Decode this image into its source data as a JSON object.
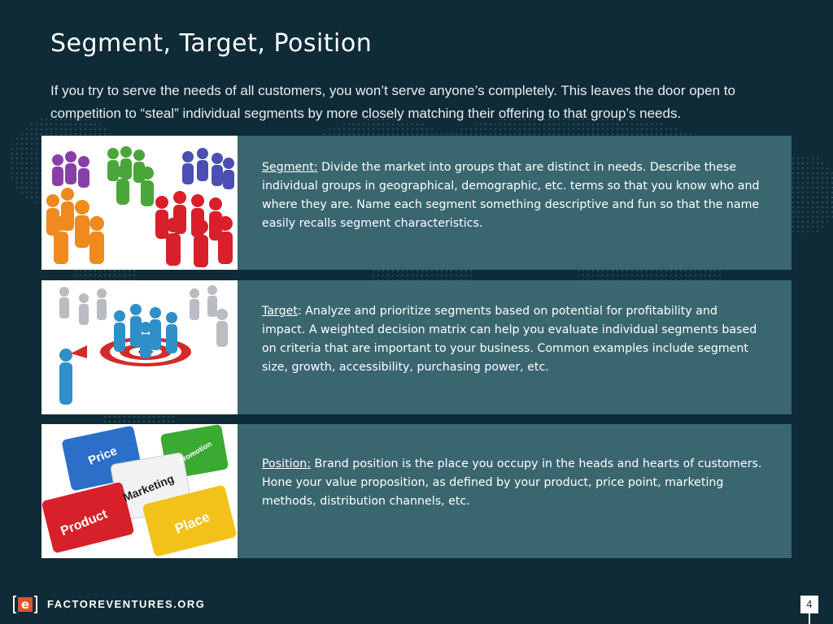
{
  "slide": {
    "title": "Segment, Target, Position",
    "intro": "If you try to serve the needs of all customers, you won’t serve anyone’s completely.  This leaves the door open to competition to “steal” individual segments by more closely matching their offering to that group’s needs."
  },
  "rows": [
    {
      "term": "Segment:",
      "body": " Divide the market into groups that are distinct in needs.  Describe these individual groups in geographical, demographic, etc. terms so that you know who and where they are.  Name each segment something descriptive and fun so that the name easily recalls segment characteristics.",
      "image": "people-groups-icon"
    },
    {
      "term": "Target",
      "body": ": Analyze and prioritize segments based on potential for profitability and impact.  A weighted decision matrix can help you evaluate individual segments based on criteria that are important to your business.  Common examples include segment size, growth, accessibility, purchasing power, etc.",
      "image": "target-megaphone-icon"
    },
    {
      "term": "Position:",
      "body": " Brand position is the place you occupy in the heads and hearts of customers.  Hone your value proposition, as defined by your product, price point, marketing methods, distribution channels, etc.",
      "image": "marketing-puzzle-icon",
      "puzzle_labels": {
        "price": "Price",
        "promotion": "Promotion",
        "marketing": "Marketing",
        "product": "Product",
        "place": "Place"
      }
    }
  ],
  "footer": {
    "logo_letter": "e",
    "site": "FACTOREVENTURES.ORG",
    "page_number": "4"
  },
  "colors": {
    "background": "#0f2b37",
    "row_panel": "#3a6670",
    "logo_accent": "#e0522b"
  }
}
